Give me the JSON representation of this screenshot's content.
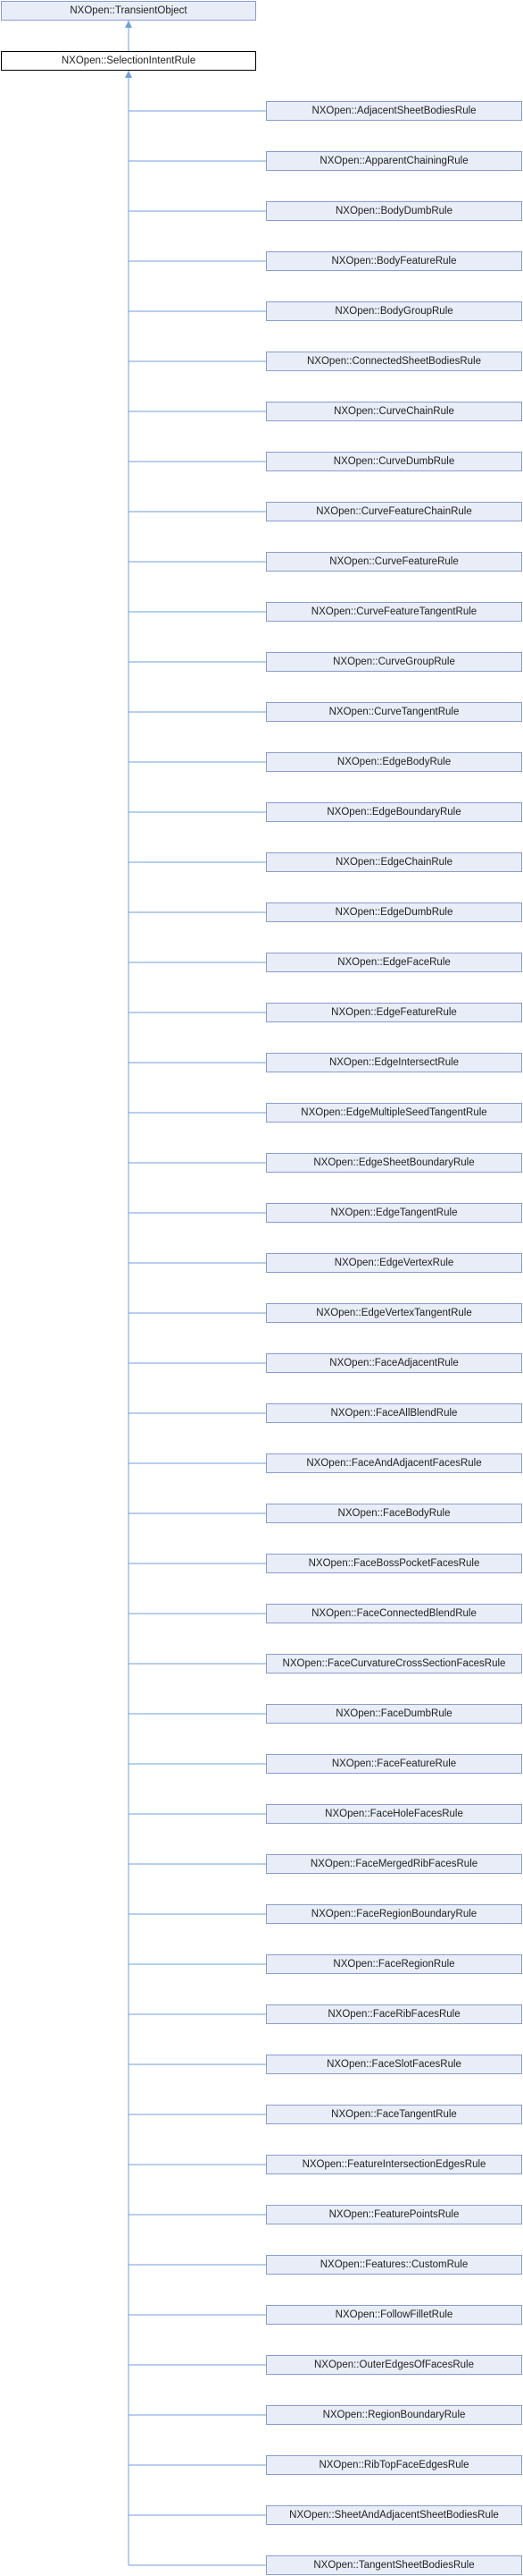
{
  "diagram": {
    "root": "NXOpen::TransientObject",
    "base": "NXOpen::SelectionIntentRule",
    "colors": {
      "node_fill": "#e8edf7",
      "node_border": "#8a9ccc",
      "base_fill": "#ffffff",
      "base_border": "#000000",
      "edge": "#6f9fd8"
    },
    "children": [
      "NXOpen::AdjacentSheetBodiesRule",
      "NXOpen::ApparentChainingRule",
      "NXOpen::BodyDumbRule",
      "NXOpen::BodyFeatureRule",
      "NXOpen::BodyGroupRule",
      "NXOpen::ConnectedSheetBodiesRule",
      "NXOpen::CurveChainRule",
      "NXOpen::CurveDumbRule",
      "NXOpen::CurveFeatureChainRule",
      "NXOpen::CurveFeatureRule",
      "NXOpen::CurveFeatureTangentRule",
      "NXOpen::CurveGroupRule",
      "NXOpen::CurveTangentRule",
      "NXOpen::EdgeBodyRule",
      "NXOpen::EdgeBoundaryRule",
      "NXOpen::EdgeChainRule",
      "NXOpen::EdgeDumbRule",
      "NXOpen::EdgeFaceRule",
      "NXOpen::EdgeFeatureRule",
      "NXOpen::EdgeIntersectRule",
      "NXOpen::EdgeMultipleSeedTangentRule",
      "NXOpen::EdgeSheetBoundaryRule",
      "NXOpen::EdgeTangentRule",
      "NXOpen::EdgeVertexRule",
      "NXOpen::EdgeVertexTangentRule",
      "NXOpen::FaceAdjacentRule",
      "NXOpen::FaceAllBlendRule",
      "NXOpen::FaceAndAdjacentFacesRule",
      "NXOpen::FaceBodyRule",
      "NXOpen::FaceBossPocketFacesRule",
      "NXOpen::FaceConnectedBlendRule",
      "NXOpen::FaceCurvatureCrossSectionFacesRule",
      "NXOpen::FaceDumbRule",
      "NXOpen::FaceFeatureRule",
      "NXOpen::FaceHoleFacesRule",
      "NXOpen::FaceMergedRibFacesRule",
      "NXOpen::FaceRegionBoundaryRule",
      "NXOpen::FaceRegionRule",
      "NXOpen::FaceRibFacesRule",
      "NXOpen::FaceSlotFacesRule",
      "NXOpen::FaceTangentRule",
      "NXOpen::FeatureIntersectionEdgesRule",
      "NXOpen::FeaturePointsRule",
      "NXOpen::Features::CustomRule",
      "NXOpen::FollowFilletRule",
      "NXOpen::OuterEdgesOfFacesRule",
      "NXOpen::RegionBoundaryRule",
      "NXOpen::RibTopFaceEdgesRule",
      "NXOpen::SheetAndAdjacentSheetBodiesRule",
      "NXOpen::TangentSheetBodiesRule"
    ]
  }
}
